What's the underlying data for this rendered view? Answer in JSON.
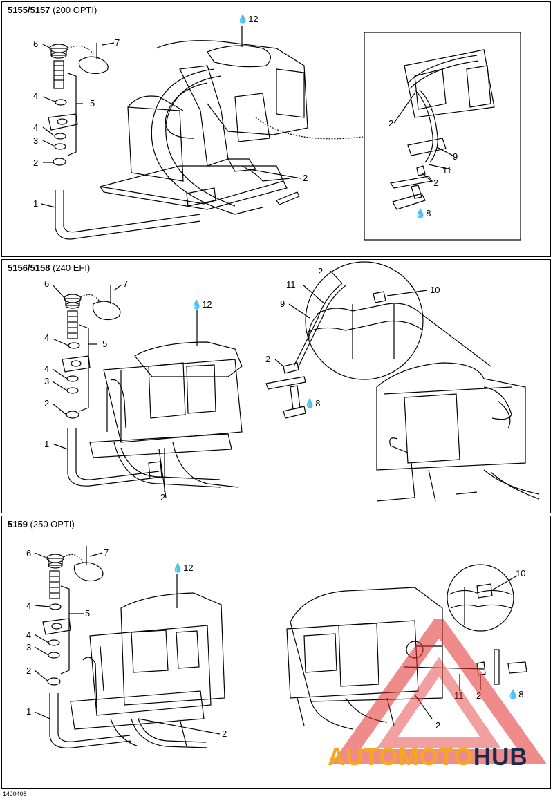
{
  "panels": [
    {
      "model": "5155/5157",
      "variant": "(200 OPTI)",
      "labels": {
        "l1": "1",
        "l2a": "2",
        "l3": "3",
        "l4a": "4",
        "l4b": "4",
        "l5": "5",
        "l6": "6",
        "l7": "7",
        "l12": "12",
        "l2b": "2",
        "inset_l2a": "2",
        "inset_l9": "9",
        "inset_l11": "11",
        "inset_l2b": "2",
        "inset_l8": "8"
      }
    },
    {
      "model": "5156/5158",
      "variant": "(240 EFI)",
      "labels": {
        "l1": "1",
        "l2a": "2",
        "l3": "3",
        "l4a": "4",
        "l4b": "4",
        "l5": "5",
        "l6": "6",
        "l7": "7",
        "l12": "12",
        "l2b": "2",
        "d_l2a": "2",
        "d_l11": "11",
        "d_l10": "10",
        "d_l9": "9",
        "d_l2b": "2",
        "d_l8": "8"
      }
    },
    {
      "model": "5159",
      "variant": "(250 OPTI)",
      "labels": {
        "l1": "1",
        "l2a": "2",
        "l3": "3",
        "l4a": "4",
        "l4b": "4",
        "l5": "5",
        "l6": "6",
        "l7": "7",
        "l12": "12",
        "l2b": "2",
        "d_l10": "10",
        "d_l11": "11",
        "d_l2a": "2",
        "d_l2b": "2",
        "d_l8": "8"
      }
    }
  ],
  "drop_symbol": "💧",
  "footer_code": "14J0408",
  "watermark": {
    "part1": "AUTOMOTO",
    "part2": "HUB",
    "color1": "#f5a623",
    "color2": "#1b2a4a",
    "triangle_color": "#e32b2b"
  }
}
